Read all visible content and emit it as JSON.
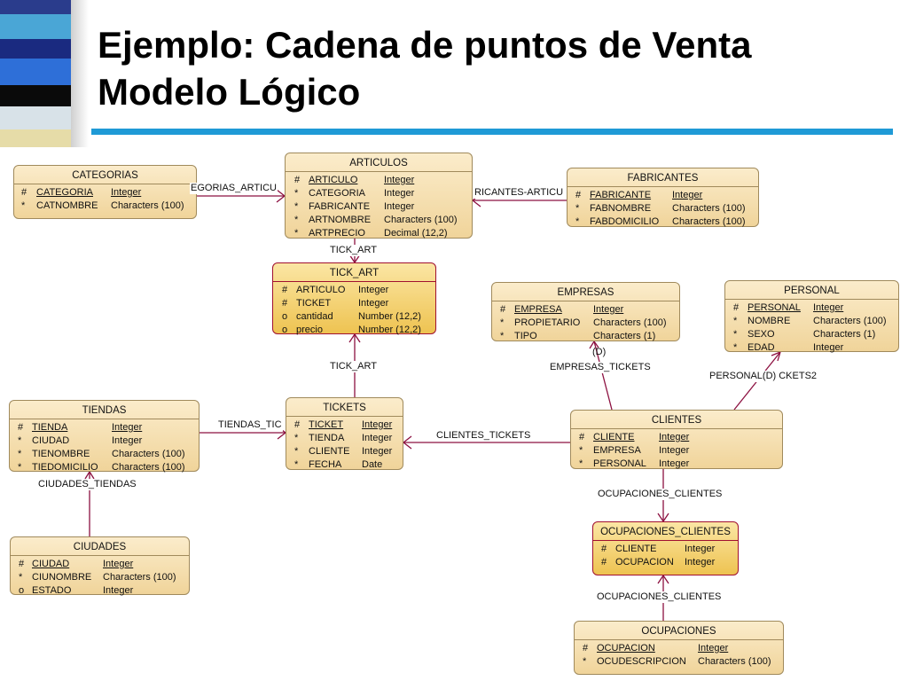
{
  "slide": {
    "title_line1": "Ejemplo: Cadena de puntos de Venta",
    "title_line2": "Modelo Lógico",
    "colors": {
      "rule": "#1f9ad6",
      "entity_fill": "#f6e2b4",
      "assoc_fill": "#f2cf6a",
      "assoc_border": "#a01030",
      "relationship_line": "#8c1040"
    }
  },
  "entities": {
    "categorias": {
      "name": "CATEGORIAS",
      "attrs": [
        {
          "mark": "#",
          "name": "CATEGORIA",
          "type": "Integer"
        },
        {
          "mark": "*",
          "name": "CATNOMBRE",
          "type": "Characters (100)"
        }
      ]
    },
    "articulos": {
      "name": "ARTICULOS",
      "attrs": [
        {
          "mark": "#",
          "name": "ARTICULO",
          "type": "Integer"
        },
        {
          "mark": "*",
          "name": "CATEGORIA",
          "type": "Integer"
        },
        {
          "mark": "*",
          "name": "FABRICANTE",
          "type": "Integer"
        },
        {
          "mark": "*",
          "name": "ARTNOMBRE",
          "type": "Characters (100)"
        },
        {
          "mark": "*",
          "name": "ARTPRECIO",
          "type": "Decimal (12,2)"
        }
      ]
    },
    "fabricantes": {
      "name": "FABRICANTES",
      "attrs": [
        {
          "mark": "#",
          "name": "FABRICANTE",
          "type": "Integer"
        },
        {
          "mark": "*",
          "name": "FABNOMBRE",
          "type": "Characters (100)"
        },
        {
          "mark": "*",
          "name": "FABDOMICILIO",
          "type": "Characters (100)"
        }
      ]
    },
    "tick_art": {
      "name": "TICK_ART",
      "attrs": [
        {
          "mark": "#",
          "name": "ARTICULO",
          "type": "Integer"
        },
        {
          "mark": "#",
          "name": "TICKET",
          "type": "Integer"
        },
        {
          "mark": "o",
          "name": "cantidad",
          "type": "Number (12,2)"
        },
        {
          "mark": "o",
          "name": "precio",
          "type": "Number (12,2)"
        }
      ]
    },
    "empresas": {
      "name": "EMPRESAS",
      "attrs": [
        {
          "mark": "#",
          "name": "EMPRESA",
          "type": "Integer"
        },
        {
          "mark": "*",
          "name": "PROPIETARIO",
          "type": "Characters (100)"
        },
        {
          "mark": "*",
          "name": "TIPO",
          "type": "Characters (1)"
        }
      ]
    },
    "personal": {
      "name": "PERSONAL",
      "attrs": [
        {
          "mark": "#",
          "name": "PERSONAL",
          "type": "Integer"
        },
        {
          "mark": "*",
          "name": "NOMBRE",
          "type": "Characters (100)"
        },
        {
          "mark": "*",
          "name": "SEXO",
          "type": "Characters (1)"
        },
        {
          "mark": "*",
          "name": "EDAD",
          "type": "Integer"
        }
      ]
    },
    "tiendas": {
      "name": "TIENDAS",
      "attrs": [
        {
          "mark": "#",
          "name": "TIENDA",
          "type": "Integer"
        },
        {
          "mark": "*",
          "name": "CIUDAD",
          "type": "Integer"
        },
        {
          "mark": "*",
          "name": "TIENOMBRE",
          "type": "Characters (100)"
        },
        {
          "mark": "*",
          "name": "TIEDOMICILIO",
          "type": "Characters (100)"
        }
      ]
    },
    "tickets": {
      "name": "TICKETS",
      "attrs": [
        {
          "mark": "#",
          "name": "TICKET",
          "type": "Integer"
        },
        {
          "mark": "*",
          "name": "TIENDA",
          "type": "Integer"
        },
        {
          "mark": "*",
          "name": "CLIENTE",
          "type": "Integer"
        },
        {
          "mark": "*",
          "name": "FECHA",
          "type": "Date"
        }
      ]
    },
    "clientes": {
      "name": "CLIENTES",
      "attrs": [
        {
          "mark": "#",
          "name": "CLIENTE",
          "type": "Integer"
        },
        {
          "mark": "*",
          "name": "EMPRESA",
          "type": "Integer"
        },
        {
          "mark": "*",
          "name": "PERSONAL",
          "type": "Integer"
        }
      ]
    },
    "ciudades": {
      "name": "CIUDADES",
      "attrs": [
        {
          "mark": "#",
          "name": "CIUDAD",
          "type": "Integer"
        },
        {
          "mark": "*",
          "name": "CIUNOMBRE",
          "type": "Characters (100)"
        },
        {
          "mark": "o",
          "name": "ESTADO",
          "type": "Integer"
        }
      ]
    },
    "ocupaciones_clientes": {
      "name": "OCUPACIONES_CLIENTES",
      "attrs": [
        {
          "mark": "#",
          "name": "CLIENTE",
          "type": "Integer"
        },
        {
          "mark": "#",
          "name": "OCUPACION",
          "type": "Integer"
        }
      ]
    },
    "ocupaciones": {
      "name": "OCUPACIONES",
      "attrs": [
        {
          "mark": "#",
          "name": "OCUPACION",
          "type": "Integer"
        },
        {
          "mark": "*",
          "name": "OCUDESCRIPCION",
          "type": "Characters (100)"
        }
      ]
    }
  },
  "relationships": {
    "categorias_articulos": "EGORIAS_ARTICU",
    "fabricantes_articulos": "RICANTES-ARTICU",
    "tick_art_top": "TICK_ART",
    "tick_art_bottom": "TICK_ART",
    "tiendas_tickets": "TIENDAS_TIC",
    "clientes_tickets": "CLIENTES_TICKETS",
    "empresas_d": "(D)",
    "empresas_tickets": "EMPRESAS_TICKETS",
    "personal_tickets": "PERSONAL(D) CKETS2",
    "ciudades_tiendas": "CIUDADES_TIENDAS",
    "ocupaciones_clientes_top": "OCUPACIONES_CLIENTES",
    "ocupaciones_clientes_bottom": "OCUPACIONES_CLIENTES"
  }
}
